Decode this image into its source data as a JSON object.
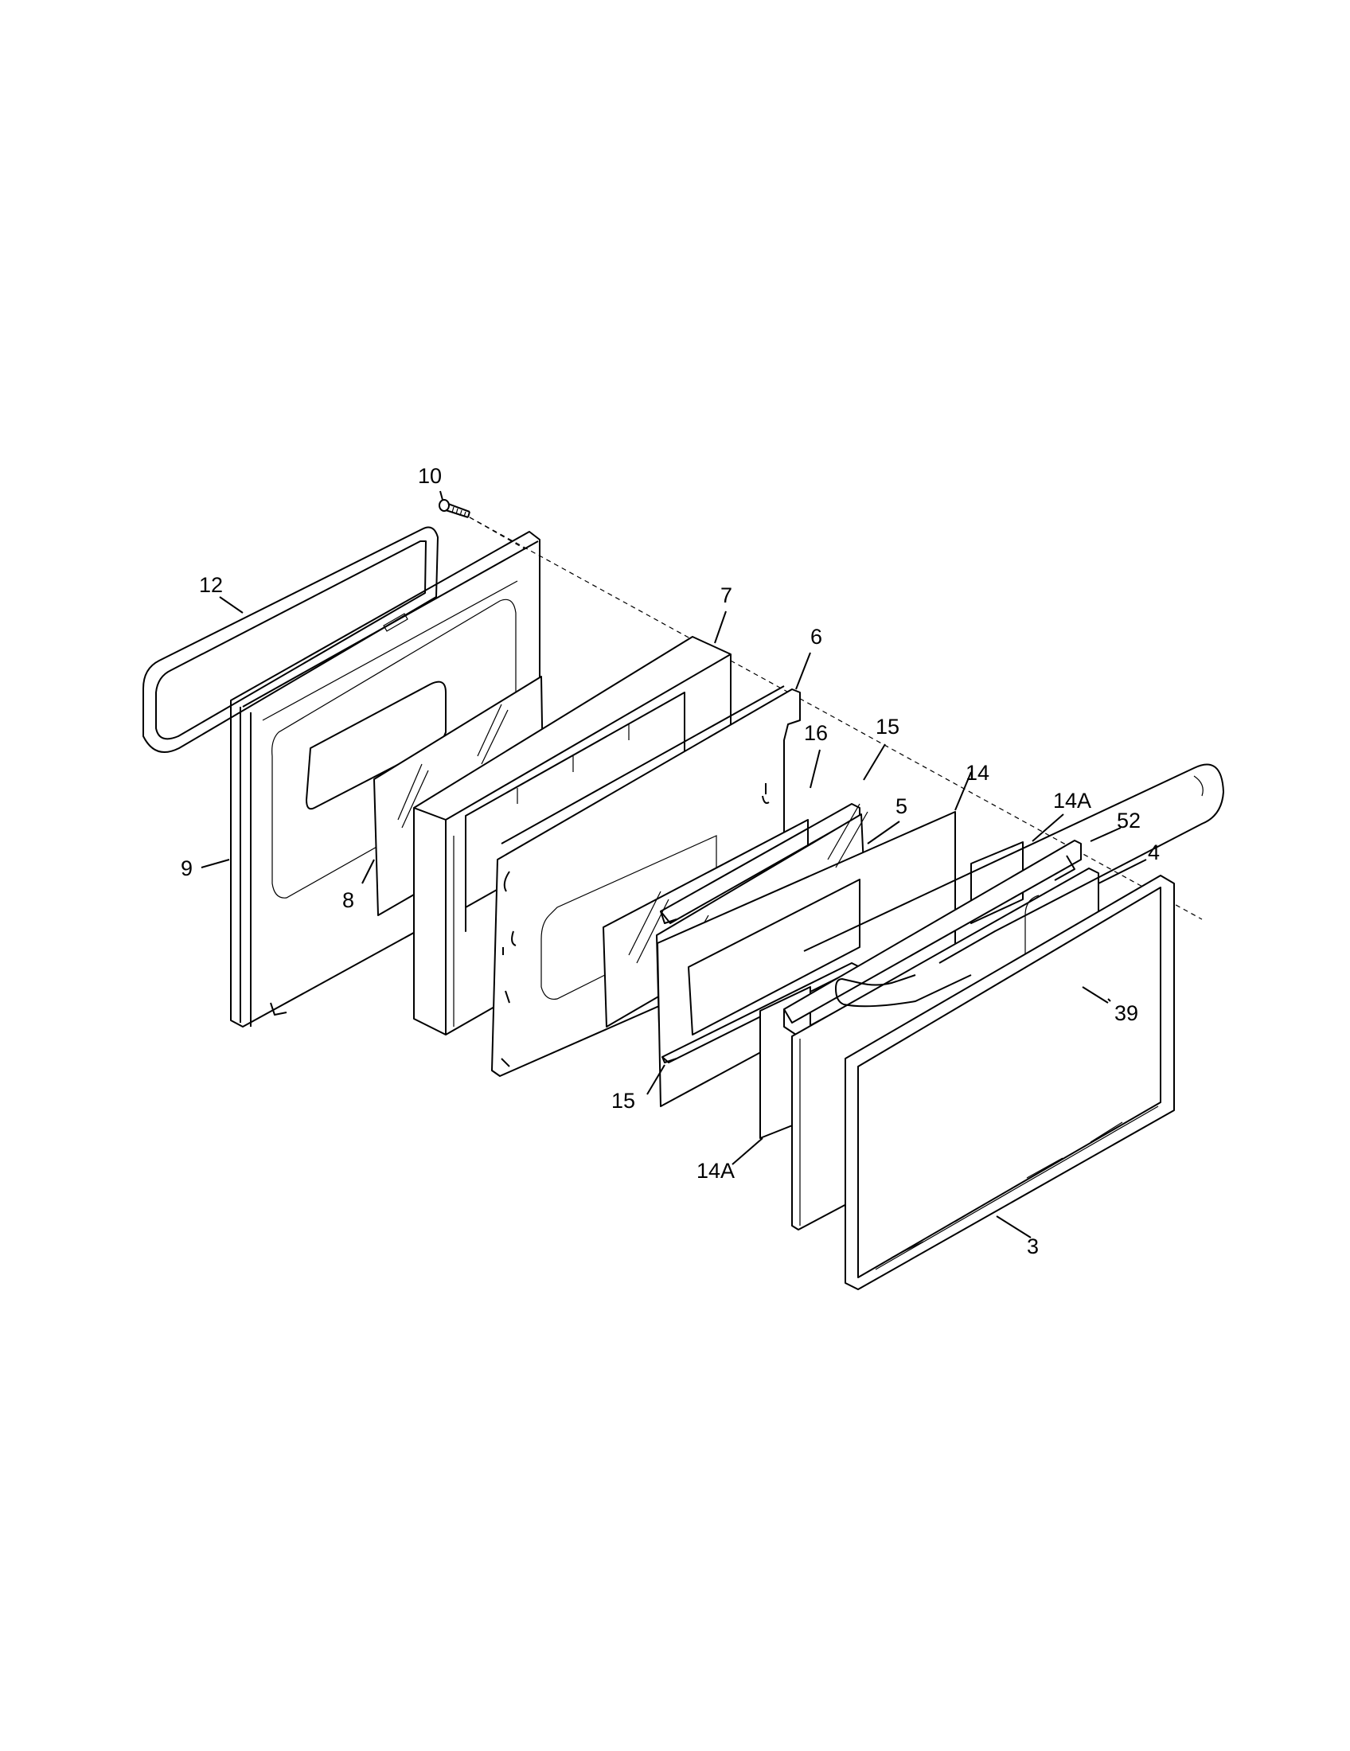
{
  "diagram": {
    "title": "Oven door exploded parts view",
    "callouts": [
      {
        "id": "10",
        "part": "screw"
      },
      {
        "id": "12",
        "part": "door gasket"
      },
      {
        "id": "9",
        "part": "inner door liner"
      },
      {
        "id": "8",
        "part": "inner glass"
      },
      {
        "id": "7",
        "part": "insulation"
      },
      {
        "id": "6",
        "part": "door panel / glass retainer"
      },
      {
        "id": "16",
        "part": "middle glass"
      },
      {
        "id": "15",
        "part": "glass support bracket (top)"
      },
      {
        "id": "5",
        "part": "glass"
      },
      {
        "id": "14",
        "part": "glass pack"
      },
      {
        "id": "14A",
        "part": "spacer (top)"
      },
      {
        "id": "52",
        "part": "trim bracket"
      },
      {
        "id": "4",
        "part": "outer door glass"
      },
      {
        "id": "39",
        "part": "door handle"
      },
      {
        "id": "15b",
        "label": "15",
        "part": "glass support bracket (bottom)"
      },
      {
        "id": "14Ab",
        "label": "14A",
        "part": "spacer (bottom)"
      },
      {
        "id": "3",
        "part": "outer door frame"
      }
    ],
    "labels": {
      "l10": "10",
      "l12": "12",
      "l9": "9",
      "l8": "8",
      "l7": "7",
      "l6": "6",
      "l16": "16",
      "l15a": "15",
      "l5": "5",
      "l14": "14",
      "l14Aa": "14A",
      "l52": "52",
      "l4": "4",
      "l39": "39",
      "l15b": "15",
      "l14Ab": "14A",
      "l3": "3"
    }
  }
}
